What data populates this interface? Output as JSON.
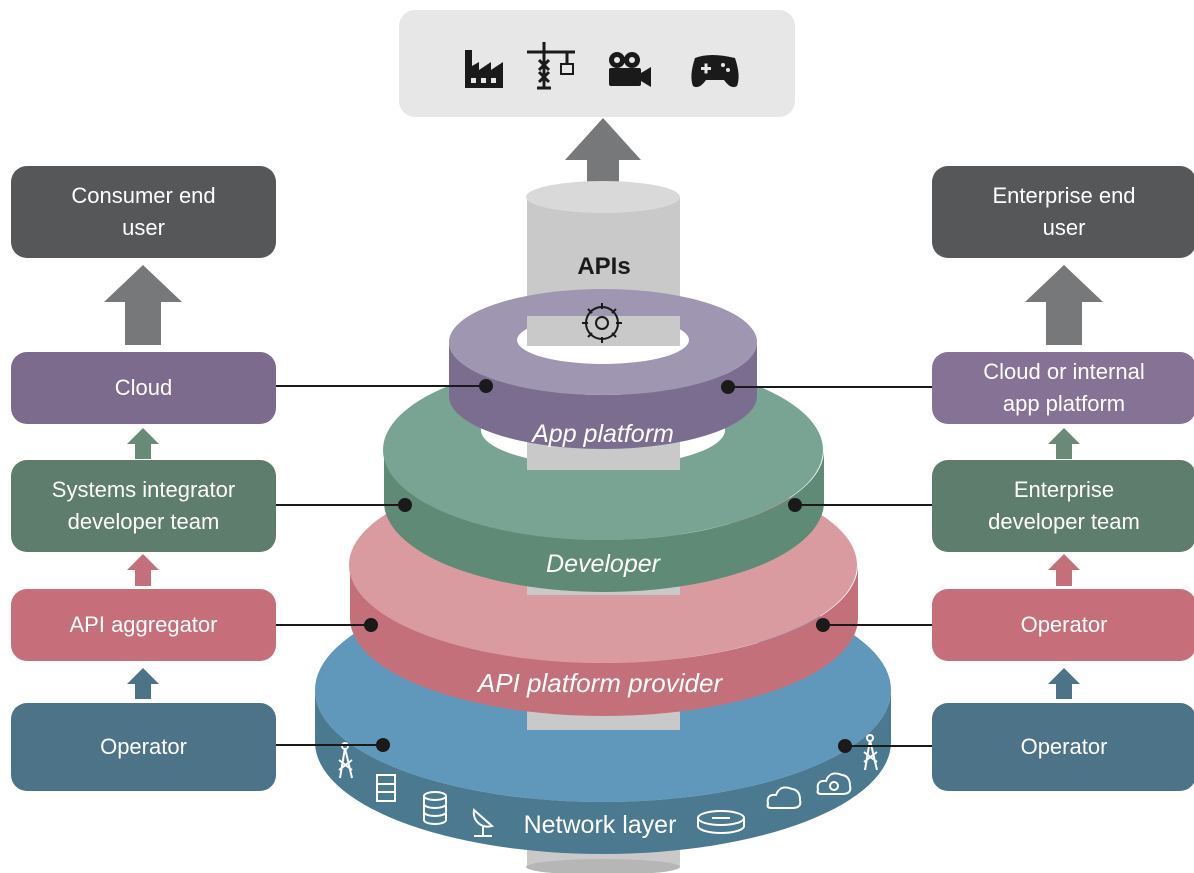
{
  "top_box": {
    "icons": [
      "factory-icon",
      "crane-icon",
      "video-camera-icon",
      "gamepad-icon"
    ]
  },
  "center": {
    "pillar_title": "APIs",
    "pillar_icon": "gear-icon",
    "ring_app_platform": "App platform",
    "ring_developer": "Developer",
    "ring_api_platform_provider": "API platform provider",
    "ring_network_layer": "Network layer",
    "network_icons": [
      "antenna-icon",
      "server-rack-icon",
      "database-icon",
      "satellite-dish-icon",
      "router-icon",
      "cloud-icon",
      "cloud-settings-icon",
      "antenna-icon"
    ]
  },
  "left": {
    "end_user": "Consumer end\nuser",
    "cloud": "Cloud",
    "developer": "Systems integrator\ndeveloper team",
    "aggregator": "API aggregator",
    "operator": "Operator"
  },
  "right": {
    "end_user": "Enterprise end\nuser",
    "cloud": "Cloud or internal\napp platform",
    "developer": "Enterprise\ndeveloper team",
    "operator_mid": "Operator",
    "operator": "Operator"
  },
  "colors": {
    "dark": "#555759",
    "purple": "#7c6b8c",
    "green": "#5f7d6d",
    "pink": "#c66f7a",
    "blue": "#4d7388",
    "ring_purple_top": "#9f96b1",
    "ring_green_top": "#79a392",
    "ring_pink_top": "#d99aa0",
    "ring_blue_top": "#5f98ba",
    "pillar": "#c9c9ca"
  }
}
